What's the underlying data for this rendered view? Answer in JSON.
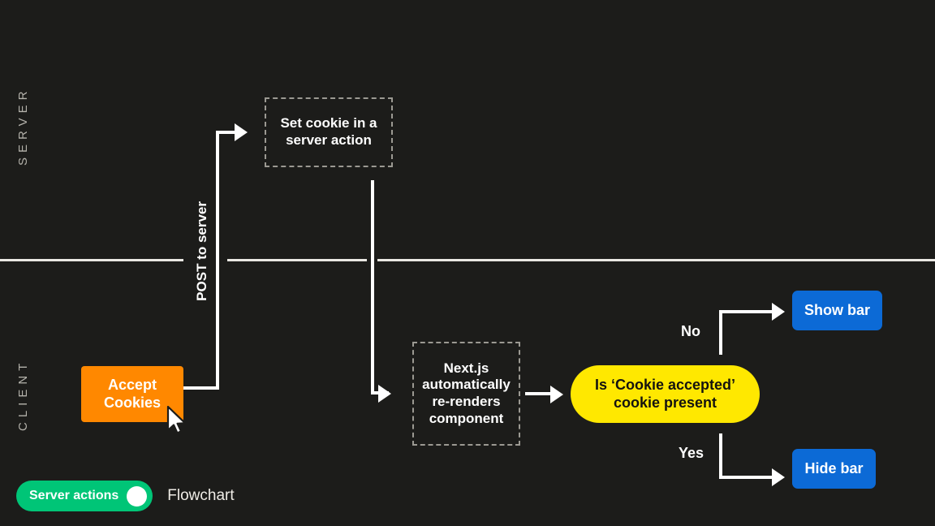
{
  "diagram": {
    "background_color": "#1c1c1a",
    "lanes": [
      {
        "id": "server",
        "label": "SERVER"
      },
      {
        "id": "client",
        "label": "CLIENT"
      }
    ],
    "nodes": {
      "set_cookie": {
        "text": "Set cookie in a server action",
        "style": "dashed",
        "lane": "server"
      },
      "accept_cookies": {
        "text": "Accept Cookies",
        "style": "solid",
        "color": "#ff8800",
        "lane": "client"
      },
      "rerender": {
        "text": "Next.js automatically re-renders component",
        "style": "dashed",
        "lane": "client"
      },
      "decision": {
        "text": "Is ‘Cookie accepted’ cookie present",
        "style": "pill",
        "color": "#ffe800",
        "lane": "client"
      },
      "show_bar": {
        "text": "Show bar",
        "style": "button",
        "color": "#0c6ad6",
        "lane": "client"
      },
      "hide_bar": {
        "text": "Hide bar",
        "style": "button",
        "color": "#0c6ad6",
        "lane": "client"
      }
    },
    "edge_labels": {
      "post_to_server": "POST to server",
      "no": "No",
      "yes": "Yes"
    }
  },
  "footer": {
    "toggle_label": "Server actions",
    "toggle_state": "on",
    "caption": "Flowchart",
    "toggle_color": "#00c577"
  }
}
